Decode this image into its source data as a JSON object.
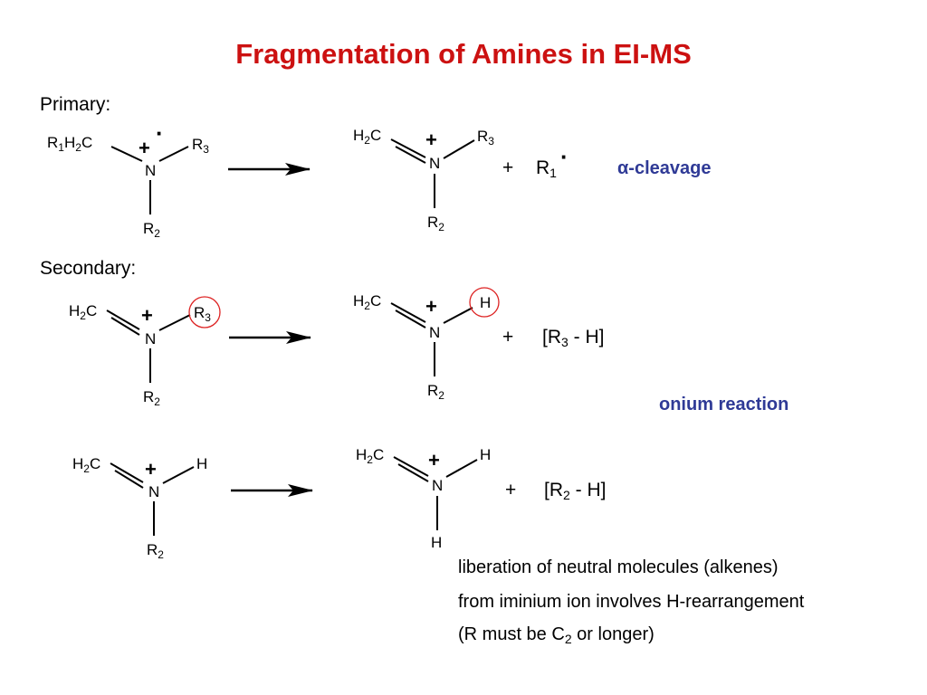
{
  "slide": {
    "title": "Fragmentation of Amines in EI-MS",
    "primary_label": "Primary:",
    "secondary_label": "Secondary:"
  },
  "atoms": {
    "R": "R",
    "sub1": "1",
    "sub2": "2",
    "sub3": "3",
    "H": "H",
    "C": "C",
    "N": "N",
    "plus": "+",
    "radical": "·"
  },
  "products": {
    "plus_sign": "+",
    "bracket_open": "[",
    "minus_h": "- H]"
  },
  "labels": {
    "alpha_cleavage": "α-cleavage",
    "onium_reaction": "onium reaction"
  },
  "note": {
    "line1": "liberation of neutral molecules (alkenes)",
    "line2": "from iminium ion involves H-rearrangement",
    "line3_prefix": "(R must be C",
    "line3_sub": "2",
    "line3_suffix": " or longer)"
  },
  "colors": {
    "title": "#cc1111",
    "label": "#2f3a96",
    "highlight_circle": "#dd2222",
    "text": "#000000"
  }
}
